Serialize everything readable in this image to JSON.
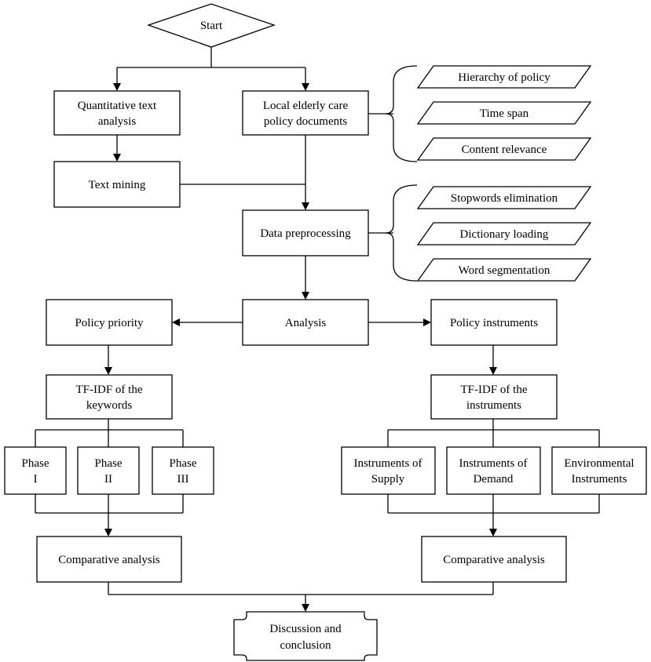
{
  "nodes": {
    "start": "Start",
    "quant_text_analysis": [
      "Quantitative text",
      "analysis"
    ],
    "policy_documents": [
      "Local elderly care",
      "policy documents"
    ],
    "text_mining": "Text mining",
    "data_preprocessing": "Data preprocessing",
    "analysis": "Analysis",
    "policy_priority": "Policy priority",
    "policy_instruments": "Policy instruments",
    "tfidf_keywords": [
      "TF-IDF of the",
      "keywords"
    ],
    "tfidf_instruments": [
      "TF-IDF of the",
      "instruments"
    ],
    "phase_1": [
      "Phase",
      "I"
    ],
    "phase_2": [
      "Phase",
      "II"
    ],
    "phase_3": [
      "Phase",
      "III"
    ],
    "instruments_supply": [
      "Instruments of",
      "Supply"
    ],
    "instruments_demand": [
      "Instruments of",
      "Demand"
    ],
    "instruments_env": [
      "Environmental",
      "Instruments"
    ],
    "comparative_left": "Comparative analysis",
    "comparative_right": "Comparative analysis",
    "discussion": [
      "Discussion and",
      "conclusion"
    ]
  },
  "document_criteria": [
    "Hierarchy of policy",
    "Time span",
    "Content relevance"
  ],
  "preprocessing_steps": [
    "Stopwords elimination",
    "Dictionary loading",
    "Word segmentation"
  ]
}
